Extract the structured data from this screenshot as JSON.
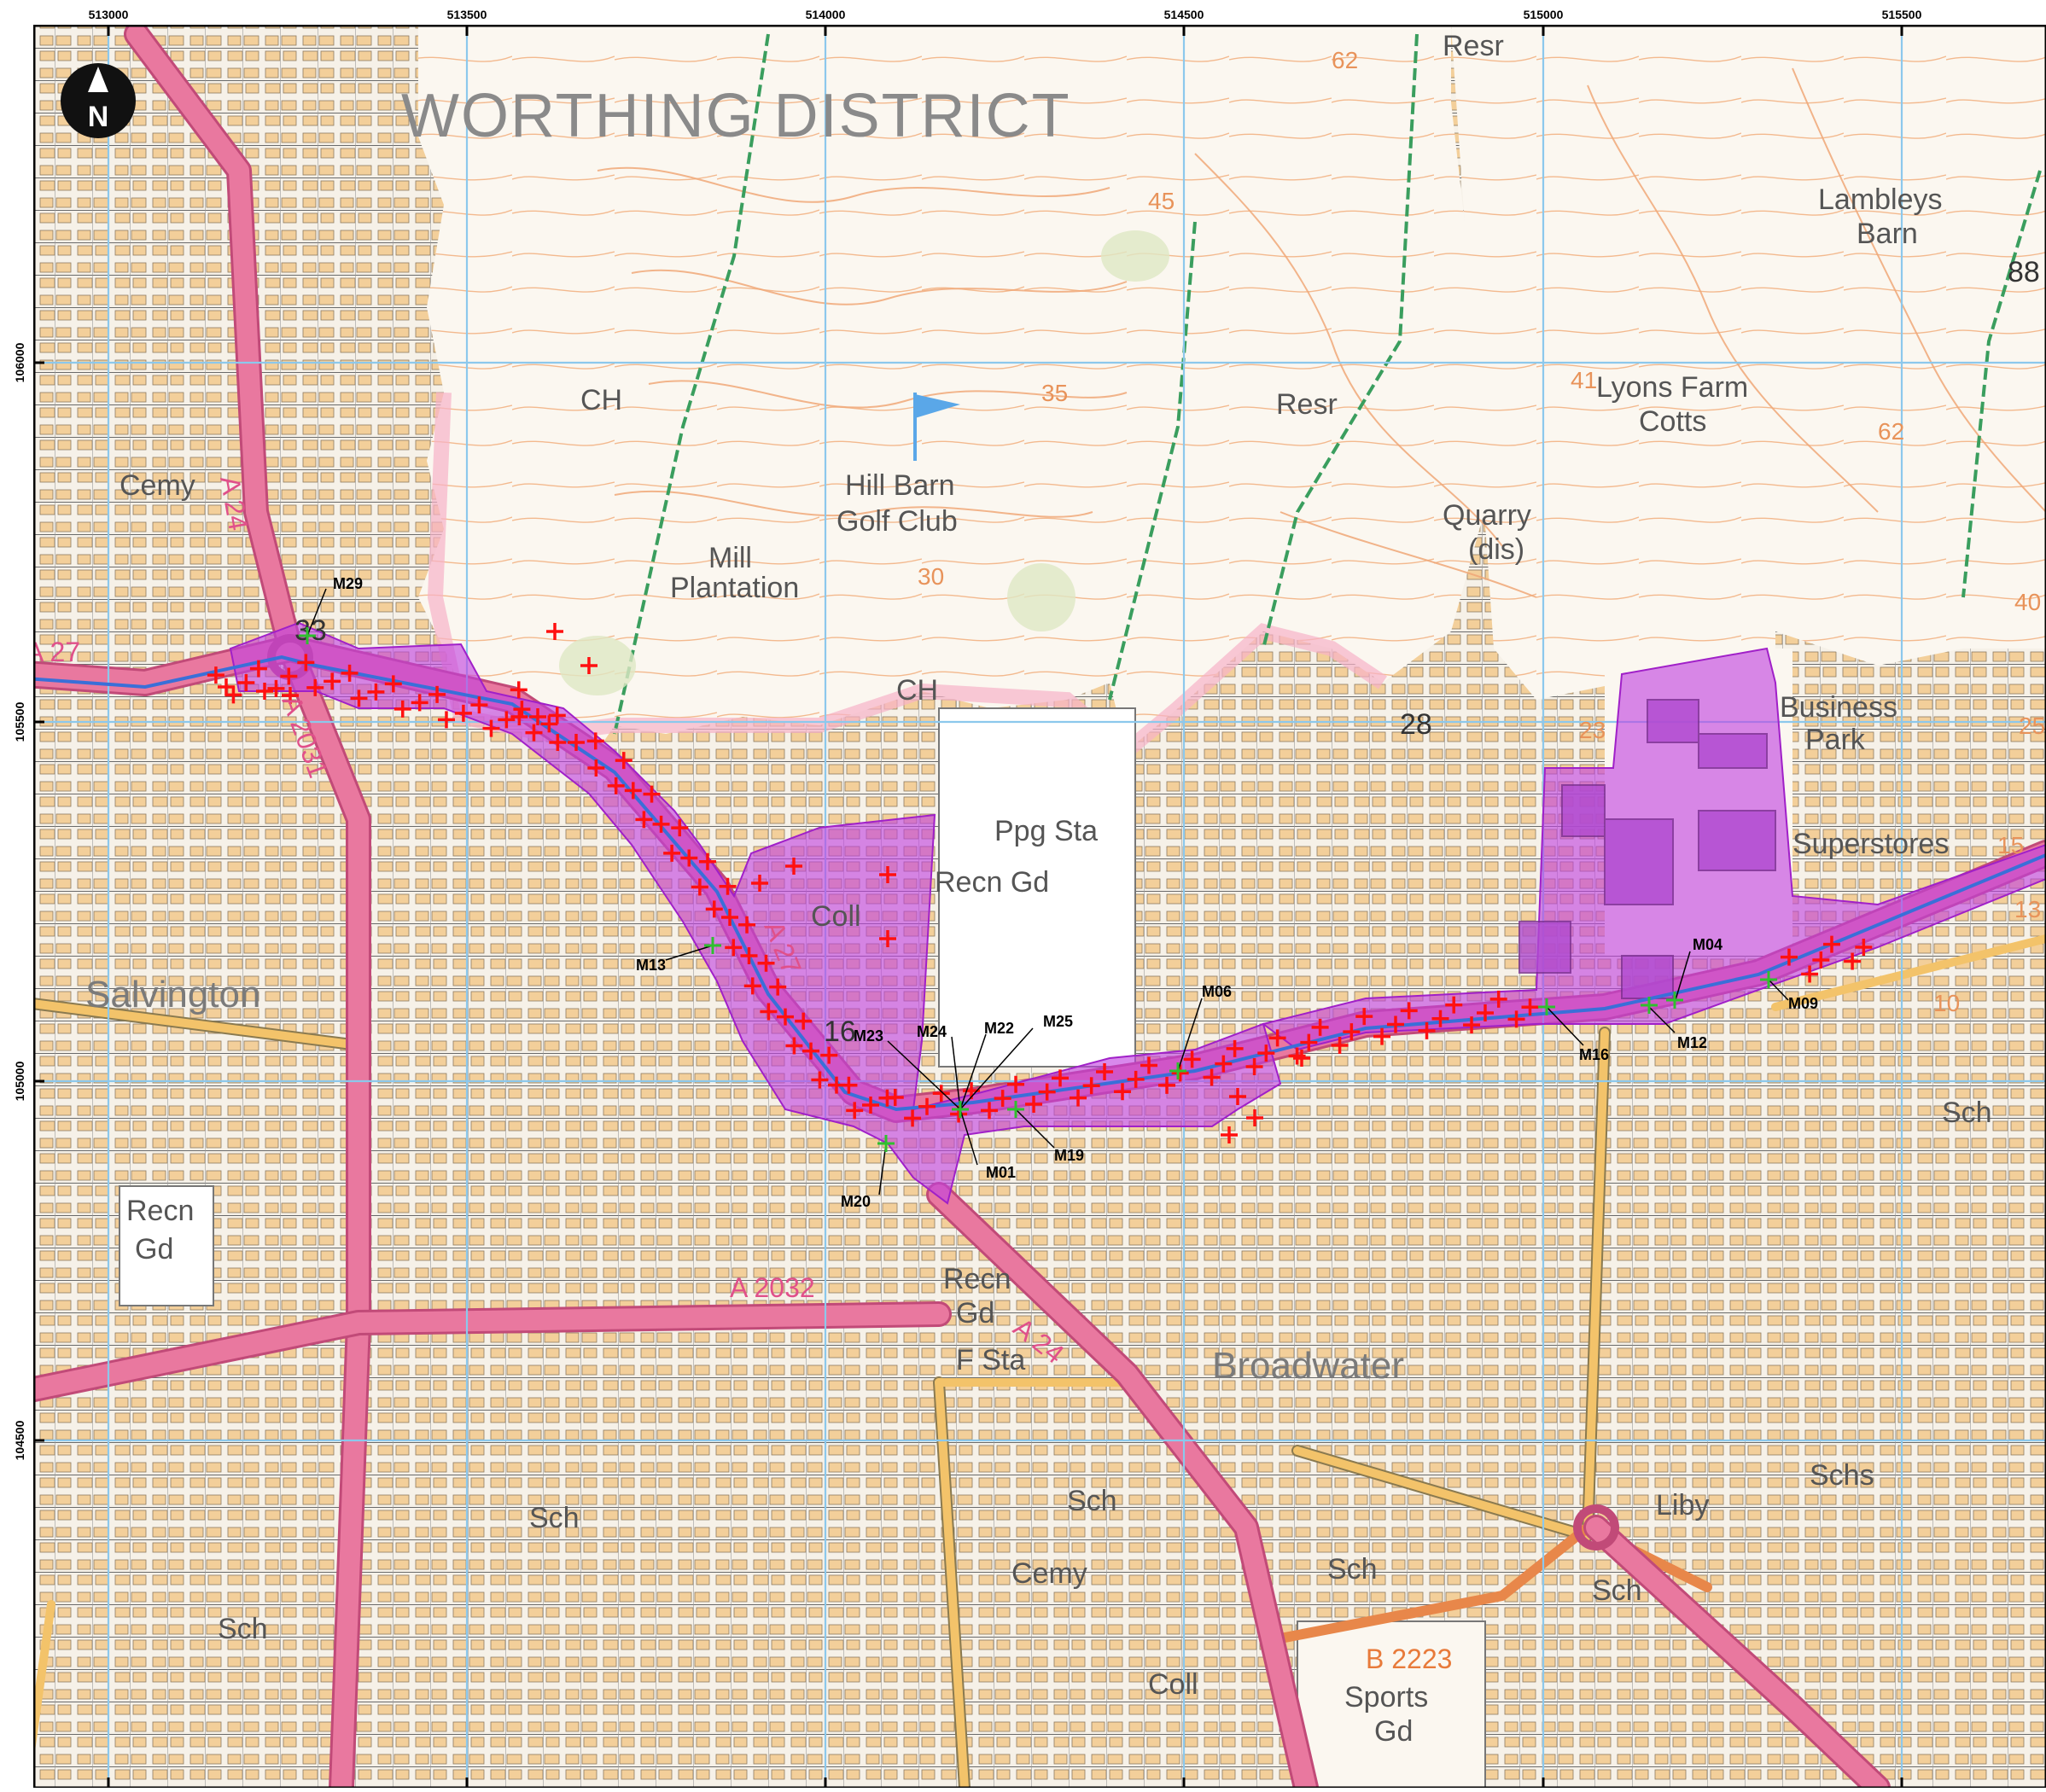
{
  "map": {
    "district_title": "WORTHING DISTRICT",
    "north_arrow": "N",
    "x_ticks": [
      "513000",
      "513500",
      "514000",
      "514500",
      "515000",
      "515500"
    ],
    "y_ticks": [
      "106000",
      "105500",
      "105000",
      "104500"
    ],
    "places": {
      "salvington": "Salvington",
      "broadwater": "Broadwater",
      "hill_barn_1": "Hill Barn",
      "hill_barn_2": "Golf Club",
      "mill_1": "Mill",
      "mill_2": "Plantation",
      "lambleys_1": "Lambleys",
      "lambleys_2": "Barn",
      "lyons_1": "Lyons Farm",
      "lyons_2": "Cotts",
      "quarry_1": "Quarry",
      "quarry_2": "(dis)",
      "business_1": "Business",
      "business_2": "Park",
      "superstores": "Superstores",
      "ppg_sta": "Ppg Sta",
      "recn_gd": "Recn Gd",
      "coll": "Coll",
      "coll_2": "Coll",
      "cemy": "Cemy",
      "cemy_2": "Cemy",
      "ch_1": "CH",
      "ch_2": "CH",
      "resr_1": "Resr",
      "resr_2": "Resr",
      "recn_1": "Recn",
      "gd_1": "Gd",
      "recn_2": "Recn",
      "gd_2": "Gd",
      "f_sta": "F Sta",
      "sch_1": "Sch",
      "sch_2": "Sch",
      "sch_3": "Sch",
      "sch_4": "Sch",
      "sch_5": "Sch",
      "schs": "Schs",
      "sch_6": "Sch",
      "liby": "Liby",
      "sports_1": "Sports",
      "sports_2": "Gd",
      "num_28": "28",
      "num_88": "88",
      "num_23": "23",
      "num_16": "16",
      "num_62a": "62",
      "num_62b": "62",
      "num_41": "41",
      "num_45": "45",
      "num_35": "35",
      "num_30": "30",
      "num_40": "40",
      "num_25": "25",
      "num_15": "15",
      "num_13": "13",
      "num_10": "10",
      "num_33": "33"
    },
    "roads": {
      "a24_north": "A 24",
      "a27_west": "A 27",
      "a2031": "A 2031",
      "a27_mid": "A 27",
      "a2032": "A 2032",
      "a24_south": "A 24",
      "b2223": "B 2223"
    },
    "markers": [
      "M29",
      "M13",
      "M23",
      "M24",
      "M22",
      "M25",
      "M06",
      "M04",
      "M09",
      "M12",
      "M16",
      "M19",
      "M01",
      "M20"
    ],
    "colors": {
      "map_bg": "#f4efe6",
      "aqma_fill": "#c040e0",
      "route_line": "#3a6fd8",
      "cross_mark": "#ff1010",
      "monitor_mark": "#2fbf2f",
      "grid_line": "#8cc8ec",
      "a_road": "#e56a9a",
      "b_road": "#f0a05a",
      "minor_road": "#f3c36a",
      "contour": "#f0a878",
      "woodland": "#3a9e5e",
      "building": "#f3cf9a"
    }
  }
}
